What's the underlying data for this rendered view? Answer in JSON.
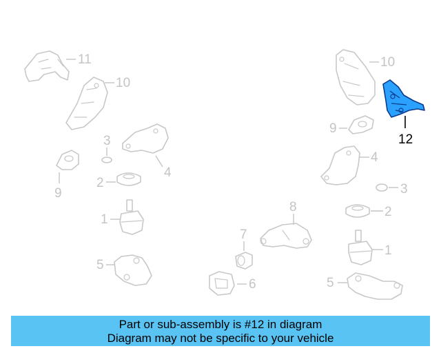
{
  "callouts": {
    "left_11": "11",
    "left_10": "10",
    "left_3": "3",
    "left_4": "4",
    "left_9": "9",
    "left_2": "2",
    "left_1": "1",
    "left_5": "5",
    "center_8": "8",
    "center_7": "7",
    "center_6": "6",
    "right_10": "10",
    "right_12": "12",
    "right_9": "9",
    "right_4": "4",
    "right_3": "3",
    "right_2": "2",
    "right_1": "1",
    "right_5": "5"
  },
  "banner": {
    "line1": "Part or sub-assembly is #12 in diagram",
    "line2": "Diagram may not be specific to your vehicle"
  },
  "colors": {
    "highlight_part": "#2aa0ff",
    "banner_background": "#59c3f3",
    "ghost_parts": "#c8c8c8"
  }
}
